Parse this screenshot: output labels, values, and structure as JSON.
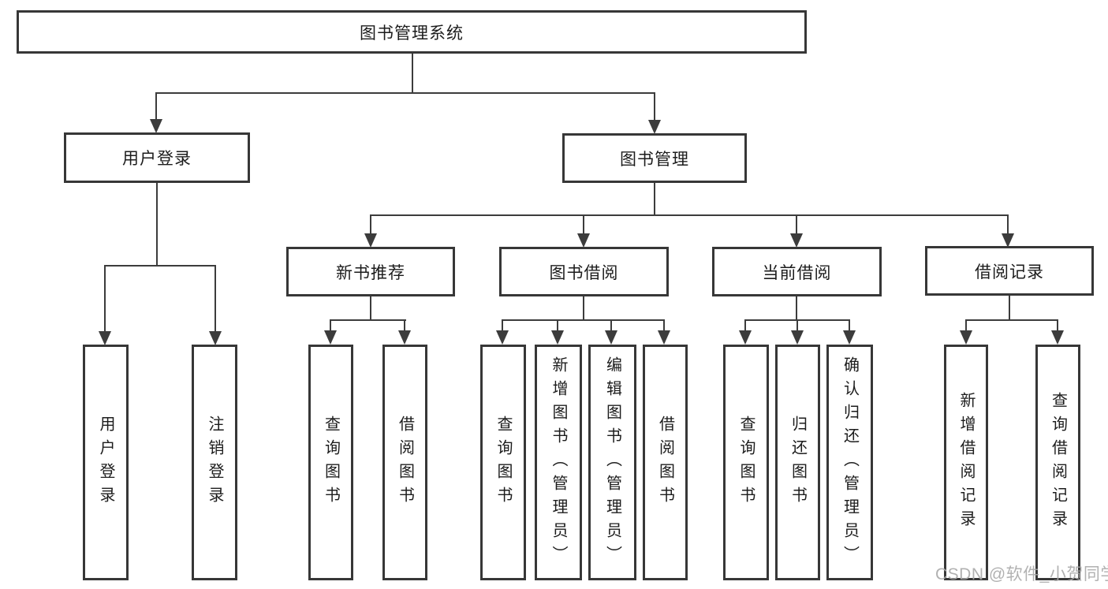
{
  "tree": {
    "root": "图书管理系统",
    "user_login": {
      "label": "用户登录",
      "children": [
        "用户登录",
        "注销登录"
      ]
    },
    "book_management": {
      "label": "图书管理",
      "branches": [
        {
          "label": "新书推荐",
          "children": [
            "查询图书",
            "借阅图书"
          ]
        },
        {
          "label": "图书借阅",
          "children": [
            "查询图书",
            "新增图书（管理员）",
            "编辑图书（管理员）",
            "借阅图书"
          ]
        },
        {
          "label": "当前借阅",
          "children": [
            "查询图书",
            "归还图书",
            "确认归还（管理员）"
          ]
        },
        {
          "label": "借阅记录",
          "children": [
            "新增借阅记录",
            "查询借阅记录"
          ]
        }
      ]
    }
  },
  "watermark": {
    "text": "CSDN @软件_小贺同学"
  }
}
